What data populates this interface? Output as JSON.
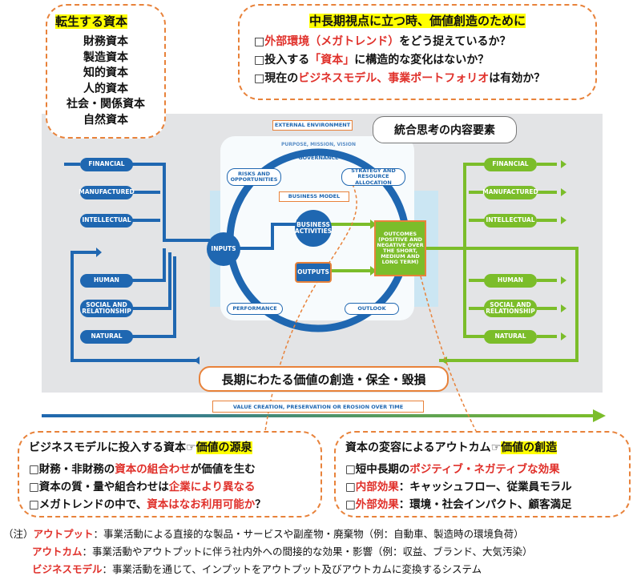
{
  "capital_box": {
    "title": "転生する資本",
    "items": [
      "財務資本",
      "製造資本",
      "知的資本",
      "人的資本",
      "社会・関係資本",
      "自然資本"
    ]
  },
  "top_callout": {
    "title": "中長期視点に立つ時、価値創造のために",
    "lines": [
      {
        "pre": "□",
        "red": "外部環境（メガトレンド）",
        "post": "をどう捉えているか？",
        "red2": "",
        "post2": ""
      },
      {
        "pre": "□投入する",
        "red": "「資本」",
        "post": "に構造的な変化はないか？",
        "red2": "",
        "post2": ""
      },
      {
        "pre": "□現在の",
        "red": "ビジネスモデル、事業ポートフォリオ",
        "post": "は有効か？",
        "red2": "",
        "post2": ""
      }
    ]
  },
  "diagram": {
    "external_environment": "EXTERNAL ENVIRONMENT",
    "purpose": "PURPOSE, MISSION, VISION",
    "governance": "GOVERNANCE",
    "risks": "RISKS AND OPPORTUNITIES",
    "strategy": "STRATEGY AND RESOURCE ALLOCATION",
    "business_model": "BUSINESS MODEL",
    "inputs": "INPUTS",
    "business_activities": "BUSINESS ACTIVITIES",
    "outputs": "OUTPUTS",
    "outcomes": "OUTCOMES (POSITIVE AND NEGATIVE OVER THE SHORT, MEDIUM AND LONG TERM)",
    "performance": "PERFORMANCE",
    "outlook": "OUTLOOK",
    "integrated_label": "統合思考の内容要素",
    "left_capitals": [
      "FINANCIAL",
      "MANUFACTURED",
      "INTELLECTUAL",
      "HUMAN",
      "SOCIAL AND RELATIONSHIP",
      "NATURAL"
    ],
    "right_capitals": [
      "FINANCIAL",
      "MANUFACTURED",
      "INTELLECTUAL",
      "HUMAN",
      "SOCIAL AND RELATIONSHIP",
      "NATURAL"
    ],
    "long_term_label": "長期にわたる価値の創造・保全・毀損",
    "value_creation": "VALUE CREATION, PRESERVATION OR EROSION OVER TIME"
  },
  "left_callout": {
    "title_pre": "ビジネスモデルに投入する資本",
    "title_sym": "☞",
    "title_hl": "価値の源泉",
    "lines": [
      {
        "pre": "□財務・非財務の",
        "red": "資本の組合わせ",
        "post": "が価値を生む"
      },
      {
        "pre": "□資本の質・量や組合わせは",
        "red": "企業により異なる",
        "post": ""
      },
      {
        "pre": "□メガトレンドの中で、",
        "red": "資本はなお利用可能か",
        "post": "？"
      }
    ]
  },
  "right_callout": {
    "title_pre": "資本の変容によるアウトカム",
    "title_sym": "☞",
    "title_hl": "価値の創造",
    "lines": [
      {
        "pre": "□短中長期の",
        "red": "ポジティブ・ネガティブな効果",
        "post": ""
      },
      {
        "pre": "□",
        "red": "内部効果",
        "post": "：キャッシュフロー、従業員モラル"
      },
      {
        "pre": "□",
        "red": "外部効果",
        "post": "：環境・社会インパクト、顧客満足"
      }
    ]
  },
  "notes": [
    {
      "prefix": "（注）",
      "term": "アウトプット",
      "text": "：事業活動による直接的な製品・サービスや副産物・廃棄物（例：自動車、製造時の環境負荷）"
    },
    {
      "prefix": "",
      "term": "アウトカム",
      "text": "：事業活動やアウトプットに伴う社内外への間接的な効果・影響（例：収益、ブランド、大気汚染）"
    },
    {
      "prefix": "",
      "term": "ビジネスモデル",
      "text": "：事業活動を通じて、インプットをアウトプット及びアウトカムに変換するシステム"
    }
  ],
  "colors": {
    "blue": "#1f67b1",
    "green": "#7bbd2a",
    "orange": "#e8823a",
    "highlight": "#ffff00",
    "red": "#e0302a"
  }
}
